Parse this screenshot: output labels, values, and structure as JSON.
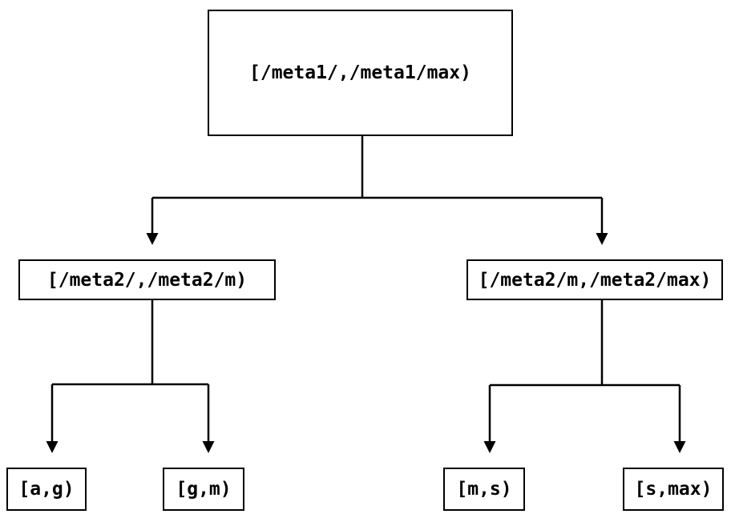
{
  "colors": {
    "background": "#ffffff",
    "line": "#000000",
    "text": "#000000",
    "box_border": "#000000"
  },
  "tree": {
    "root": {
      "id": "root",
      "label": "[/meta1/,/meta1/max)"
    },
    "level2": [
      {
        "id": "meta2-left",
        "label": "[/meta2/,/meta2/m)"
      },
      {
        "id": "meta2-right",
        "label": "[/meta2/m,/meta2/max)"
      }
    ],
    "leaves": [
      {
        "id": "leaf-a-g",
        "label": "[a,g)",
        "parent": "meta2-left"
      },
      {
        "id": "leaf-g-m",
        "label": "[g,m)",
        "parent": "meta2-left"
      },
      {
        "id": "leaf-m-s",
        "label": "[m,s)",
        "parent": "meta2-right"
      },
      {
        "id": "leaf-s-max",
        "label": "[s,max)",
        "parent": "meta2-right"
      }
    ],
    "edges": [
      {
        "from": "root",
        "to": "meta2-left"
      },
      {
        "from": "root",
        "to": "meta2-right"
      },
      {
        "from": "meta2-left",
        "to": "leaf-a-g"
      },
      {
        "from": "meta2-left",
        "to": "leaf-g-m"
      },
      {
        "from": "meta2-right",
        "to": "leaf-m-s"
      },
      {
        "from": "meta2-right",
        "to": "leaf-s-max"
      }
    ]
  }
}
